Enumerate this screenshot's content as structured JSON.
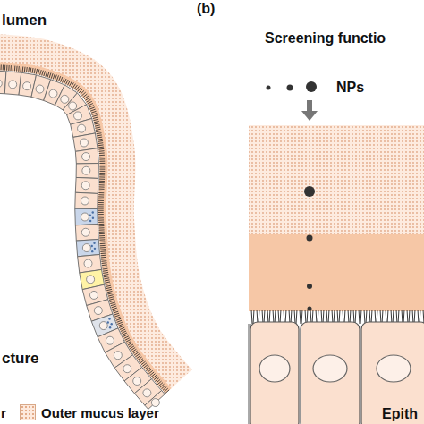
{
  "diagram": {
    "labels": [
      "lumen",
      "(b)",
      "Screening functio",
      "NPs",
      "cture",
      "r",
      "Epith"
    ],
    "legend": [
      {
        "text": "Outer mucus layer"
      }
    ]
  }
}
